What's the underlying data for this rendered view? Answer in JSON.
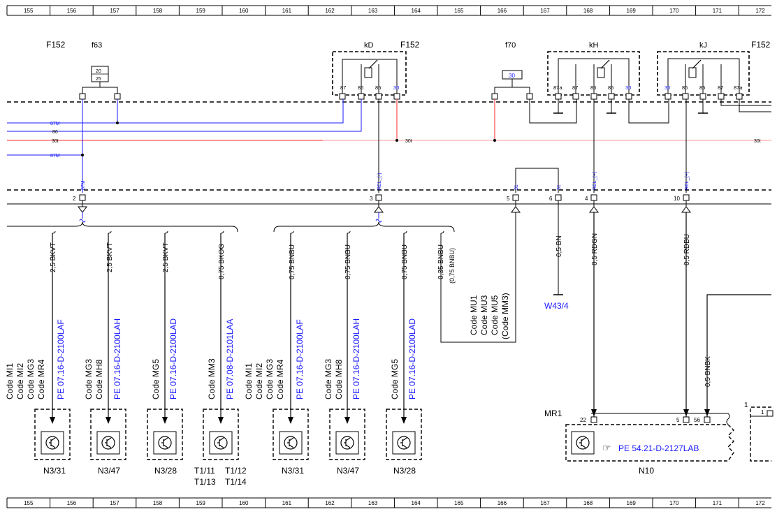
{
  "ruler": {
    "numbers": [
      "155",
      "156",
      "157",
      "158",
      "159",
      "160",
      "161",
      "162",
      "163",
      "164",
      "165",
      "166",
      "167",
      "168",
      "169",
      "170",
      "171",
      "172"
    ]
  },
  "header_labels": {
    "f152_left": "F152",
    "f63": "f63",
    "f63_top": "20",
    "f63_bottom": "25",
    "kD": "kD",
    "f152_mid": "F152",
    "f70": "f70",
    "f70_val": "30",
    "kH": "kH",
    "kJ": "kJ",
    "f152_right": "F152"
  },
  "relay_pins": {
    "kD": [
      "87",
      "86",
      "85",
      "30"
    ],
    "kH": [
      "87a",
      "87",
      "86",
      "85",
      "30"
    ],
    "kJ": [
      "30",
      "86",
      "85",
      "87",
      "87a"
    ]
  },
  "wires": {
    "w87m_top": "87M",
    "w86": "86",
    "w30t_left": "30t",
    "w30t_mid": "30t",
    "w30t_right": "30t",
    "w87m_bottom": "87M"
  },
  "connector": {
    "signals": {
      "s87m": "87M",
      "rel_minus": "REL_(-)",
      "s31a": "31",
      "s31b": "31",
      "rel_plus_a": "REL_(+)",
      "rel_plus_b": "REL_(+)"
    },
    "pins": {
      "p2": "2",
      "p3": "3",
      "p5": "5",
      "p6": "6",
      "p4": "4",
      "p10": "10"
    }
  },
  "wire_specs": {
    "ws1": "2,5 BKVT",
    "ws2": "2,5 BKVT",
    "ws3": "2,5 BKVT",
    "ws4": "0,75 BKOG",
    "ws5": "0,75 BNBU",
    "ws6": "0,75 BNBU",
    "ws7": "0,75 BNBU",
    "ws8": "0,35 BNBU",
    "ws8b": "(0,75 BNBU)",
    "ws9": "0,5 BN",
    "ws10": "0,5 RDGN",
    "ws11": "0,5 RDBU",
    "ws12": "0,5 BNBK"
  },
  "references": {
    "r1": "PE 07.16-D-2100LAF",
    "r2": "PE 07.16-D-2100LAH",
    "r3": "PE 07.16-D-2100LAD",
    "r4": "PE 07.08-D-2101LAA",
    "r5": "PE 07.16-D-2100LAF",
    "r6": "PE 07.16-D-2100LAH",
    "r7": "PE 07.16-D-2100LAD",
    "r8": "PE 54.21-D-2127LAB"
  },
  "codes": {
    "c1": [
      "Code MI1",
      "Code MI2",
      "Code MG3",
      "Code MR4"
    ],
    "c2": [
      "Code MG3",
      "Code MH8"
    ],
    "c3": [
      "Code MG5"
    ],
    "c4": [
      "Code MM3"
    ],
    "c5": [
      "Code MI1",
      "Code MI2",
      "Code MG3",
      "Code MR4"
    ],
    "c6": [
      "Code MG3",
      "Code MH8"
    ],
    "c7": [
      "Code MG5"
    ],
    "c8": [
      "Code MU1",
      "Code MU3",
      "Code MU5",
      "(Code MM3)"
    ]
  },
  "components": {
    "n1": "N3/31",
    "n2": "N3/47",
    "n3": "N3/28",
    "n4a": "T1/11",
    "n4b": "T1/12",
    "n4c": "T1/13",
    "n4d": "T1/14",
    "n5": "N3/31",
    "n6": "N3/47",
    "n7": "N3/28",
    "w43": "W43/4",
    "n10": "N10",
    "mr1": "MR1",
    "mr1_pin22": "22",
    "mr1_pin5": "5",
    "mr1_pin56": "56",
    "right_1a": "1",
    "right_1b": "1"
  },
  "colors": {
    "blue": "#1a1aff",
    "red": "#ff2a2a",
    "black": "#000000"
  }
}
